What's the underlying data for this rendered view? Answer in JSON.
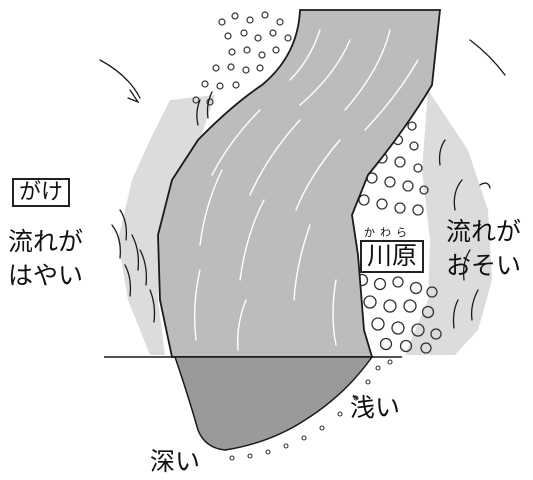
{
  "labels": {
    "cliff": "がけ",
    "fast_line1": "流れが",
    "fast_line2": "はやい",
    "riverbed": "川原",
    "riverbed_reading": "かわら",
    "slow_line1": "流れが",
    "slow_line2": "おそい",
    "shallow": "浅い",
    "deep": "深い"
  },
  "colors": {
    "water": "#bcbcbc",
    "cross_section": "#9a9a9a",
    "bank_shade": "#dcdcdc",
    "ink": "#1a1a1a"
  }
}
